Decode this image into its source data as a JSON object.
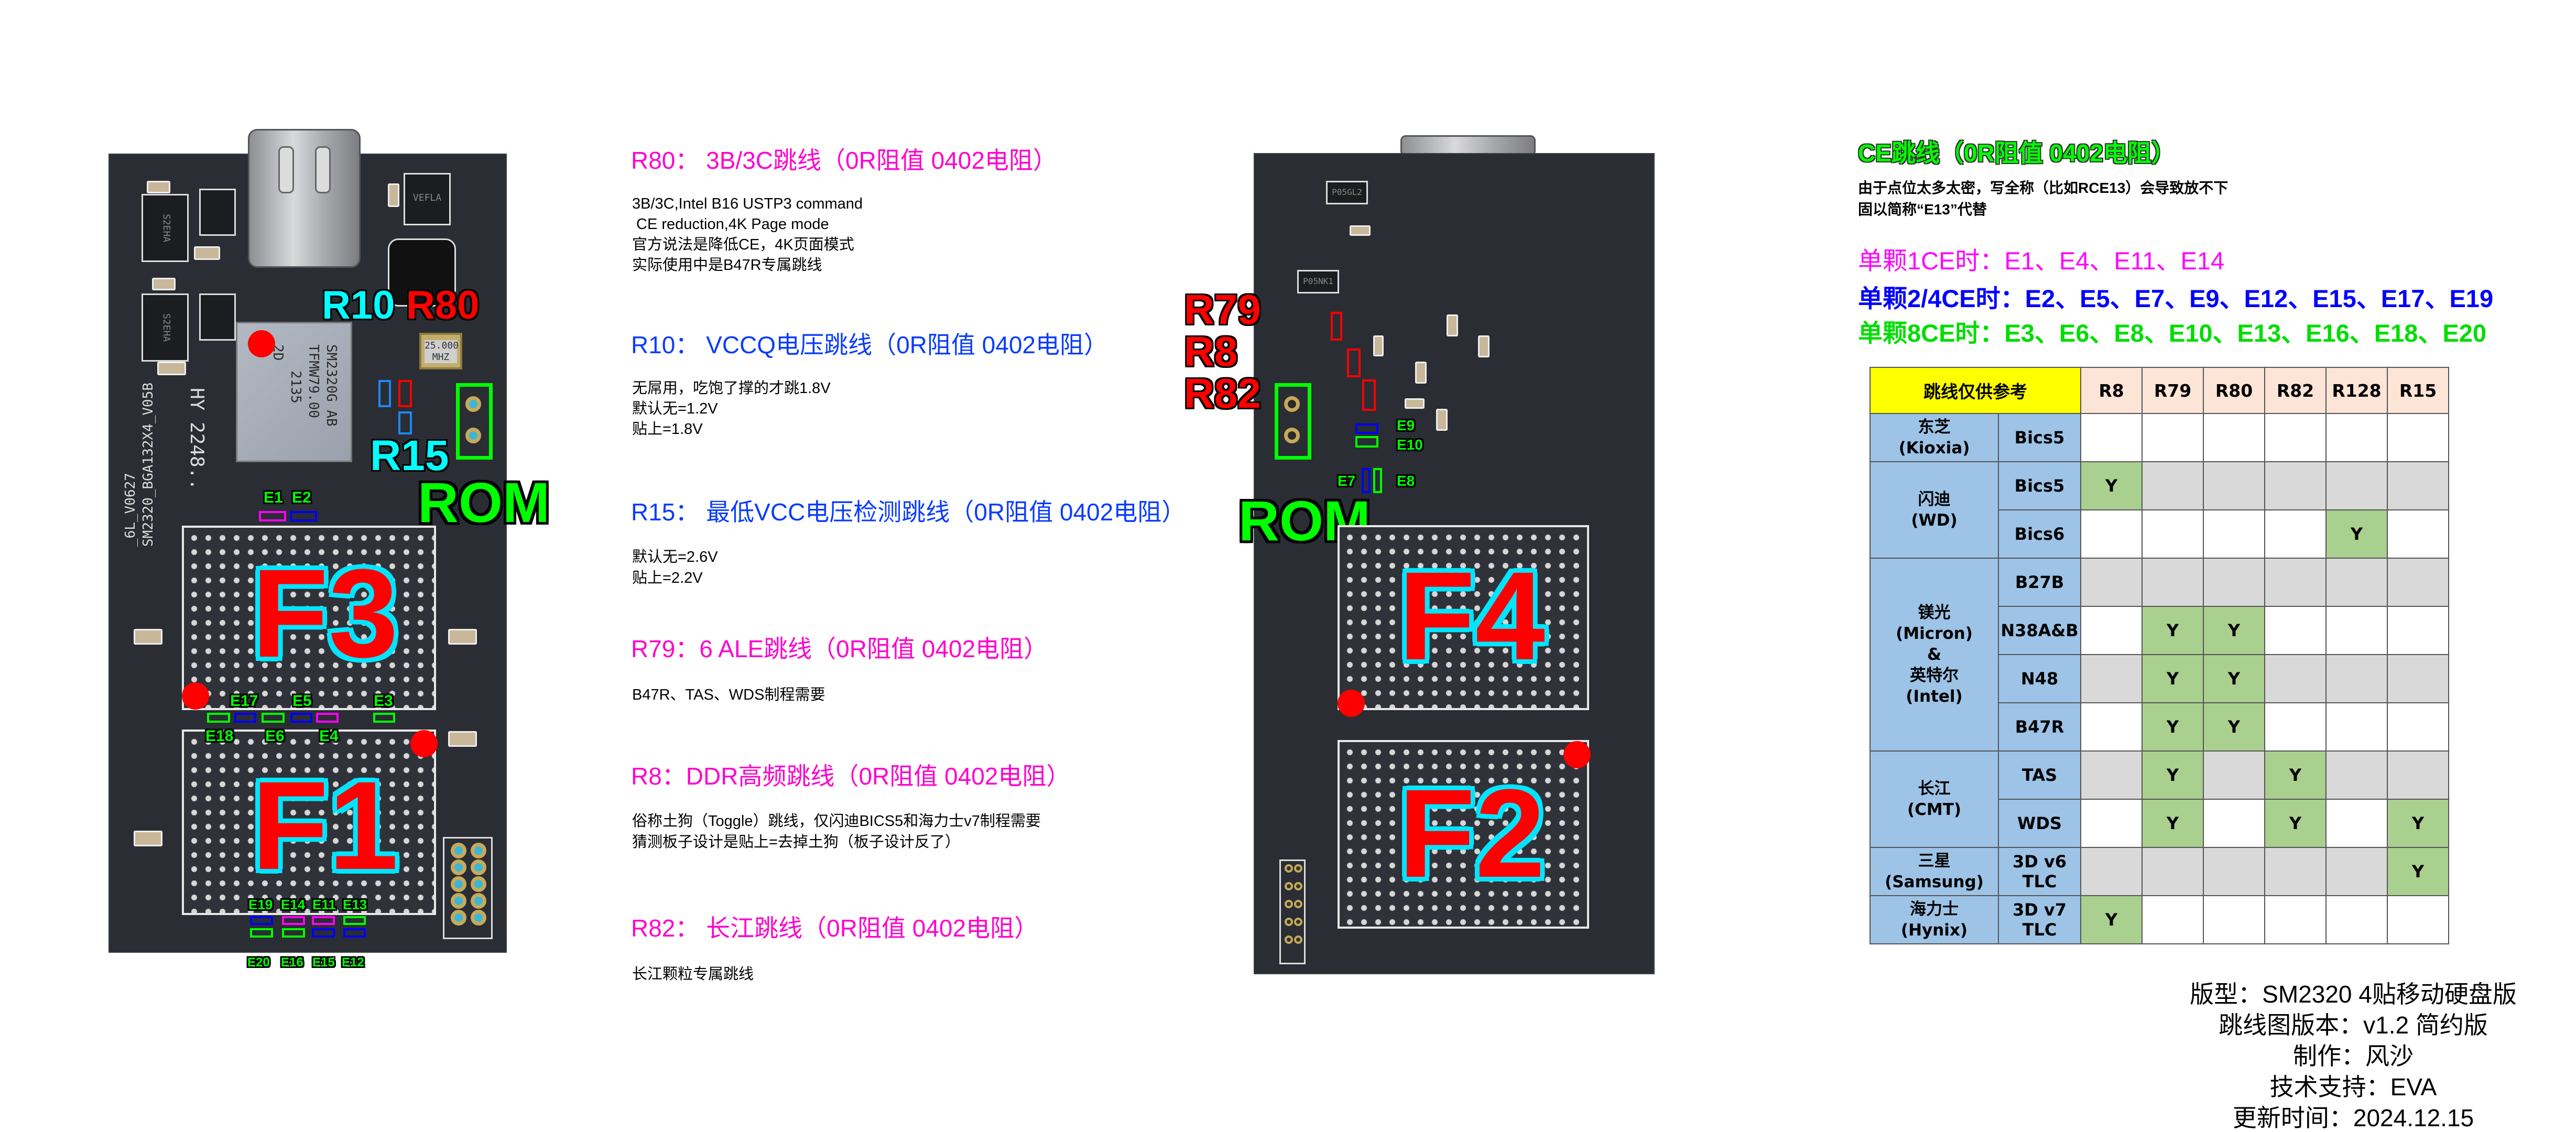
{
  "left_board": {
    "r10": "R10",
    "r80": "R80",
    "r15": "R15",
    "rom": "ROM",
    "f3": "F3",
    "f1": "F1",
    "chip_marking": [
      "SM2320G AB",
      "TFMW79.00",
      "2135",
      "2D"
    ],
    "crystal": [
      "25.000",
      "MHZ"
    ],
    "ic_marks": [
      "VEFLA",
      "S2EHA",
      "S2EHA"
    ],
    "silkscreen": [
      "SM2320_BGA132X4_V05B",
      "_6L_V0627",
      "HY 2248.."
    ],
    "e": [
      "E1",
      "E2",
      "E17",
      "E5",
      "E3",
      "E18",
      "E6",
      "E4",
      "E19",
      "E14",
      "E11",
      "E13",
      "E20",
      "E16",
      "E15",
      "E12"
    ]
  },
  "right_board": {
    "r79": "R79",
    "r8": "R8",
    "r82": "R82",
    "rom": "ROM",
    "f4": "F4",
    "f2": "F2",
    "ic_marks": [
      "P05GL2",
      "P05NK1"
    ],
    "e": [
      "E9",
      "E10",
      "E7",
      "E8"
    ]
  },
  "notes": [
    {
      "heading": "R80：  3B/3C跳线（0R阻值 0402电阻）",
      "lines": [
        "3B/3C,Intel B16 USTP3 command",
        " CE reduction,4K Page mode",
        "官方说法是降低CE，4K页面模式",
        "实际使用中是B47R专属跳线"
      ]
    },
    {
      "heading": "R10：  VCCQ电压跳线（0R阻值 0402电阻）",
      "lines": [
        "无屌用，吃饱了撑的才跳1.8V",
        "默认无=1.2V",
        "贴上=1.8V"
      ]
    },
    {
      "heading": "R15：  最低VCC电压检测跳线（0R阻值 0402电阻）",
      "lines": [
        "默认无=2.6V",
        "贴上=2.2V"
      ]
    },
    {
      "heading": "R79：6 ALE跳线（0R阻值 0402电阻）",
      "lines": [
        "B47R、TAS、WDS制程需要"
      ]
    },
    {
      "heading": "R8：DDR高频跳线（0R阻值 0402电阻）",
      "lines": [
        "俗称土狗（Toggle）跳线，仅闪迪BICS5和海力士v7制程需要",
        "猜测板子设计是贴上=去掉土狗（板子设计反了）"
      ]
    },
    {
      "heading": "R82：  长江跳线（0R阻值 0402电阻）",
      "lines": [
        "长江颗粒专属跳线"
      ]
    }
  ],
  "ce": {
    "heading": "CE跳线（0R阻值 0402电阻）",
    "desc": [
      "由于点位太多太密，写全称（比如RCE13）会导致放不下",
      "固以简称“E13”代替"
    ],
    "groups": [
      {
        "label": "单颗1CE时：E1、E4、E11、E14",
        "color": "#ff00ff"
      },
      {
        "label": "单颗2/4CE时：E2、E5、E7、E9、E12、E15、E17、E19",
        "color": "#0000ff"
      },
      {
        "label": "单颗8CE时：E3、E6、E8、E10、E13、E16、E18、E20",
        "color": "#00ff00"
      }
    ]
  },
  "table": {
    "corner": "跳线仅供参考",
    "columns": [
      "R8",
      "R79",
      "R80",
      "R82",
      "R128",
      "R15"
    ],
    "mark": "Y",
    "groups": [
      {
        "maker": [
          "东芝",
          "(Kioxia)"
        ],
        "rows": [
          {
            "type": "Bics5",
            "marks": []
          }
        ]
      },
      {
        "maker": [
          "闪迪",
          "(WD)"
        ],
        "rows": [
          {
            "type": "Bics5",
            "marks": [
              "R8"
            ]
          },
          {
            "type": "Bics6",
            "marks": [
              "R128"
            ]
          }
        ]
      },
      {
        "maker": [
          "镁光",
          "(Micron)",
          "&",
          "英特尔",
          "(Intel)"
        ],
        "rows": [
          {
            "type": "B27B",
            "marks": []
          },
          {
            "type": "N38A&B",
            "marks": [
              "R79",
              "R80"
            ]
          },
          {
            "type": "N48",
            "marks": [
              "R79",
              "R80"
            ]
          },
          {
            "type": "B47R",
            "marks": [
              "R79",
              "R80"
            ]
          }
        ]
      },
      {
        "maker": [
          "长江",
          "(CMT)"
        ],
        "rows": [
          {
            "type": "TAS",
            "marks": [
              "R79",
              "R82"
            ]
          },
          {
            "type": "WDS",
            "marks": [
              "R79",
              "R82",
              "R15"
            ]
          }
        ]
      },
      {
        "maker": [
          "三星",
          "(Samsung)"
        ],
        "rows": [
          {
            "type": "3D v6 TLC",
            "marks": [
              "R15"
            ]
          }
        ]
      },
      {
        "maker": [
          "海力士",
          "(Hynix)"
        ],
        "rows": [
          {
            "type": "3D v7 TLC",
            "marks": [
              "R8"
            ]
          }
        ]
      }
    ]
  },
  "footer": {
    "lines": [
      "版型：SM2320 4贴移动硬盘版",
      "跳线图版本：v1.2 简约版",
      "制作：风沙",
      "技术支持：EVA",
      "更新时间：2024.12.15"
    ]
  },
  "colors": {
    "magenta": "#ff00cc",
    "blue": "#0a3cff",
    "green": "#00ff00",
    "red": "#ff0000",
    "cyan": "#00e5ff",
    "table_yellow": "#ffff00",
    "table_blue": "#9dc3e6",
    "table_green": "#a9d08e",
    "table_grey": "#d9d9d9"
  }
}
